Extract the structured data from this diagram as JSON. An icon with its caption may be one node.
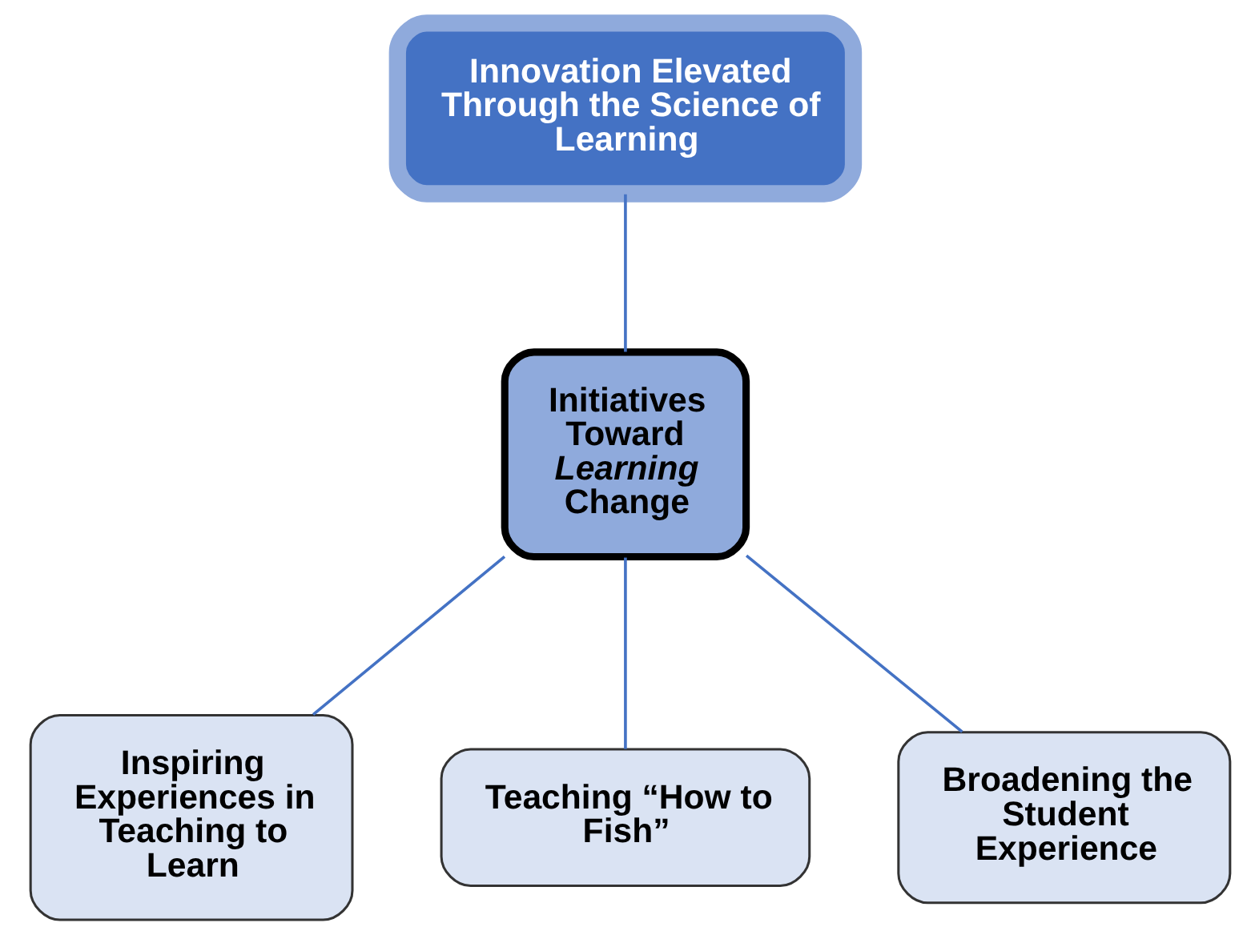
{
  "diagram": {
    "nodes": [
      {
        "text": [
          "Innovation Elevated Through the Science of Learning"
        ]
      },
      {
        "text": [
          "Initiatives Toward *Learning* Change"
        ]
      },
      {
        "text": [
          "Inspiring Experiences in Teaching to Learn"
        ]
      },
      {
        "text": [
          "Teaching “How to Fish”"
        ]
      },
      {
        "text": [
          "Broadening the Student Experience"
        ]
      }
    ],
    "edges": [
      {
        "from": 0,
        "to": 1,
        "arrow": "none"
      },
      {
        "from": 1,
        "to": 2,
        "arrow": "none"
      },
      {
        "from": 1,
        "to": 3,
        "arrow": "none"
      },
      {
        "from": 1,
        "to": 4,
        "arrow": "none"
      }
    ]
  }
}
